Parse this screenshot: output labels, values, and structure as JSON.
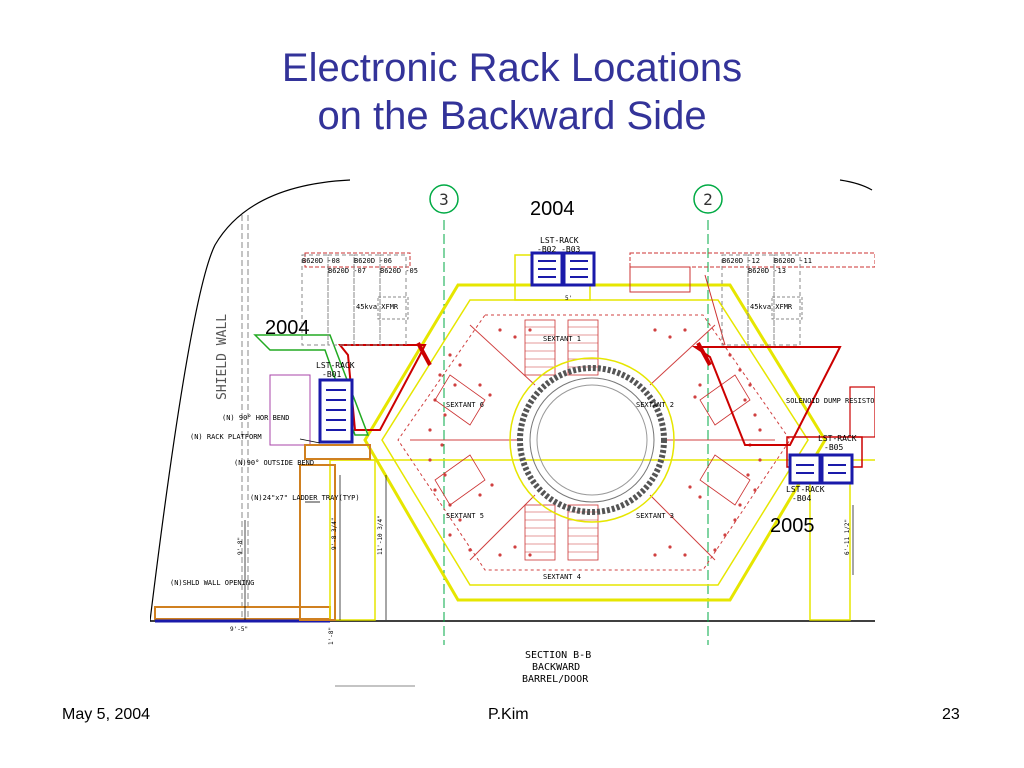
{
  "slide": {
    "title_line1": "Electronic Rack Locations",
    "title_line2": "on the Backward Side"
  },
  "drawing": {
    "gridline_left": "3",
    "gridline_right": "2",
    "shield_wall": "SHIELD WALL",
    "top_rack": {
      "title": "LST-RACK",
      "ids": "-B02  -B03"
    },
    "left_rack": {
      "title": "LST-RACK",
      "id": "-B01"
    },
    "right_rack_top": {
      "title": "LST-RACK",
      "id": "-B05"
    },
    "right_rack_bottom": {
      "title": "LST-RACK",
      "id": "-B04"
    },
    "left_b620d": [
      "B620D -08",
      "B620D -07",
      "B620D -06",
      "B620D -05"
    ],
    "right_b620d": [
      "B620D -12",
      "B620D -13",
      "B620D -11"
    ],
    "xfmr": "45kva XFMR",
    "sextants": {
      "s1": "SEXTANT 1",
      "s2": "SEXTANT 2",
      "s3": "SEXTANT 3",
      "s4": "SEXTANT 4",
      "s5": "SEXTANT 5",
      "s6": "SEXTANT 6"
    },
    "notes": {
      "hor_bend": "(N) 90° HOR BEND",
      "rack_platform": "(N) RACK PLATFORM",
      "outside_bend": "(N)90° OUTSIDE BEND",
      "ladder_tray": "(N)24\"x7\" LADDER TRAY(TYP)",
      "shield_opening": "(N)SHLD WALL OPENING",
      "solenoid": "SOLENOID DUMP RESISTOR"
    },
    "dims": {
      "d1": "9'-8\"",
      "d2": "5'",
      "d3": "9'-8 3/4\"",
      "d4": "11'-10 3/4\"",
      "d5": "6'-11 1/2\"",
      "d6": "1'-8\"",
      "d7": "9'-5\""
    },
    "section": {
      "line1": "SECTION B-B",
      "line2": "BACKWARD",
      "line3": "BARREL/DOOR"
    }
  },
  "annotations": {
    "year_top": "2004",
    "year_left": "2004",
    "year_right": "2005"
  },
  "footer": {
    "date": "May 5, 2004",
    "author": "P.Kim",
    "page": "23"
  },
  "colors": {
    "title": "#333399",
    "structure": "#e6e600",
    "rack": "#1a1aaa",
    "support": "#cc0000",
    "holes": "#d04040",
    "gridline": "#00aa44",
    "cable": "#d08020"
  }
}
